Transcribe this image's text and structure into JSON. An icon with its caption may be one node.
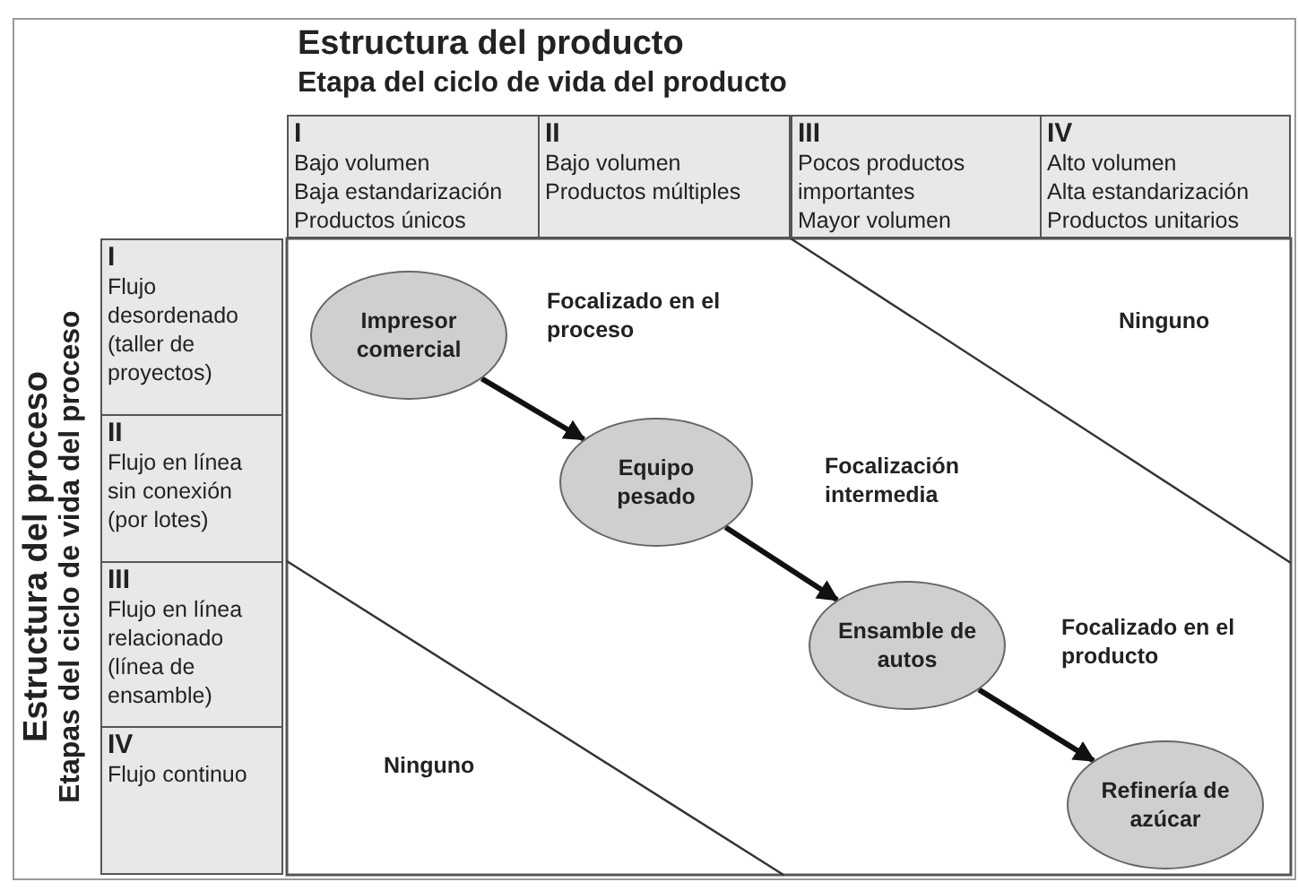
{
  "diagram": {
    "nodes": [
      {
        "text": [
          "I",
          "Bajo volumen",
          "Baja estandarización",
          "Productos únicos"
        ]
      },
      {
        "text": [
          "II",
          "Bajo volumen",
          "Productos múltiples"
        ]
      },
      {
        "text": [
          "III",
          "Pocos productos importantes",
          "Mayor volumen"
        ]
      },
      {
        "text": [
          "IV",
          "Alto volumen",
          "Alta estandarización",
          "Productos unitarios"
        ]
      },
      {
        "text": [
          "I",
          "Flujo desordenado (taller de proyectos)"
        ]
      },
      {
        "text": [
          "II",
          "Flujo en línea sin conexión (por lotes)"
        ]
      },
      {
        "text": [
          "III",
          "Flujo en línea relacionado (línea de ensamble)"
        ]
      },
      {
        "text": [
          "IV",
          "Flujo continuo"
        ]
      },
      {
        "text": [
          "Impresor comercial"
        ]
      },
      {
        "text": [
          "Equipo pesado"
        ]
      },
      {
        "text": [
          "Ensamble de autos"
        ]
      },
      {
        "text": [
          "Refinería de azúcar"
        ]
      }
    ],
    "edges": [
      {
        "from": 8,
        "to": 9,
        "arrow": "to"
      },
      {
        "from": 9,
        "to": 10,
        "arrow": "to"
      },
      {
        "from": 10,
        "to": 11,
        "arrow": "to"
      }
    ],
    "labels": [
      "Estructura del producto",
      "Etapa del ciclo de vida del producto",
      "Estructura del proceso",
      "Etapas del ciclo de vida del proceso",
      "Focalizado en el proceso",
      "Ninguno",
      "Focalización intermedia",
      "Focalizado en el producto",
      "Ninguno"
    ]
  }
}
